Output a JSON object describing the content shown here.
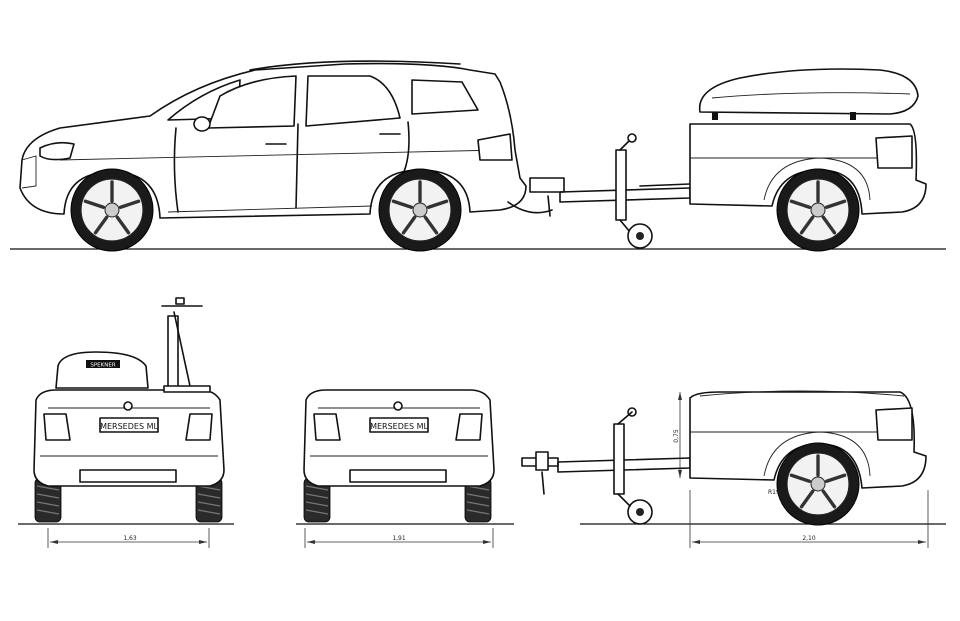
{
  "plates": [
    "MERSEDES ML",
    "MERSEDES ML"
  ],
  "roof_box_label": "SPEKNER",
  "dimensions": {
    "width_with_trailer": "1,63",
    "car_width": "1,91",
    "trailer_length": "2,10",
    "trailer_height": "0,75",
    "wheel_size": "R19"
  }
}
